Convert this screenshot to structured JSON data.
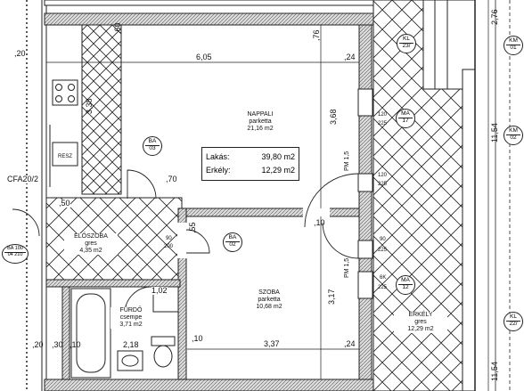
{
  "summary": {
    "lakas_label": "Lakás:",
    "lakas_value": "39,80 m2",
    "erkely_label": "Erkély:",
    "erkely_value": "12,29 m2"
  },
  "rooms": [
    {
      "name": "NAPPALI",
      "floor": "parketta",
      "area": "21,16 m2"
    },
    {
      "name": "SZOBA",
      "floor": "parketta",
      "area": "10,68 m2"
    },
    {
      "name": "ELŐSZOBA",
      "floor": "gres",
      "area": "4,35 m2"
    },
    {
      "name": "FÜRDŐ",
      "floor": "csempe",
      "area": "3,71 m2"
    },
    {
      "name": "ERKÉLY",
      "floor": "gres",
      "area": "12,29 m2"
    }
  ],
  "dimensions": {
    "d605": "6,05",
    "d24a": ",24",
    "d24b": ",24",
    "d20": ",20",
    "d20b": ",20",
    "d368": "3,68",
    "d338": "3,38",
    "d317": "3,17",
    "d337": "3,37",
    "d10a": ",10",
    "d10b": ",10",
    "d10c": ",10",
    "d70": ",70",
    "d55": ",55",
    "d276": "2,76",
    "d1154a": "11,54",
    "d1154b": "11,54",
    "d30": ",30",
    "d102": "1,02",
    "d218": "2,18",
    "d90": "90",
    "d200": "200",
    "d50": ",50",
    "d120a": "120",
    "d225a": "225",
    "d120b": "120",
    "d225b": "225",
    "d90b": "90",
    "d225c": "225",
    "d6k": "6K",
    "d225d": "225",
    "d76": ",76",
    "d60": ",60"
  },
  "tags": {
    "ba03": {
      "top": "BA",
      "bottom": "03"
    },
    "ba02": {
      "top": "BA",
      "bottom": "02"
    },
    "ba04": {
      "top": "BA 100",
      "bottom": "04 210"
    },
    "ma17": {
      "top": "MA",
      "bottom": "17"
    },
    "ma12": {
      "top": "MA",
      "bottom": "12"
    },
    "km01": {
      "top": "KM",
      "bottom": "01"
    },
    "km02": {
      "top": "KM",
      "bottom": "02"
    },
    "kl23": {
      "top": "KL",
      "bottom": "23/"
    },
    "kl22": {
      "top": "KL",
      "bottom": "22/"
    }
  },
  "labels": {
    "pm1": "PM 1,5",
    "pm2": "PM 1,5",
    "cfa": "CFA20/2",
    "resz": "RESZ"
  }
}
